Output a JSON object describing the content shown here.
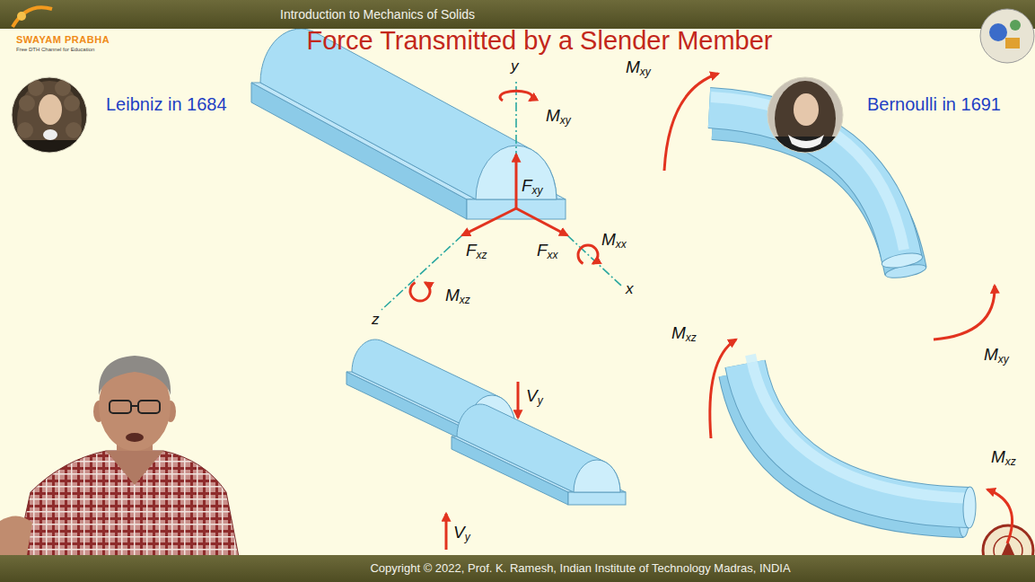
{
  "diagram": {
    "title": "Force Transmitted by a Slender Member",
    "nodes": [
      {
        "text": [
          "Introduction to Mechanics of Solids"
        ]
      },
      {
        "text": [
          "Copyright © 2022, Prof. K. Ramesh, Indian Institute of Technology Madras, INDIA"
        ]
      }
    ],
    "labels": [
      "SWAYAM PRABHA",
      "Free DTH Channel for Education",
      "Leibniz in 1684",
      "Bernoulli in 1691",
      "y",
      "Mxy",
      "Fxy",
      "Fxz",
      "Fxx",
      "Mxx",
      "x",
      "z",
      "Mxz",
      "Vy",
      "Vy",
      "Mxy",
      "Mxy",
      "Mxz",
      "Mxz"
    ]
  }
}
